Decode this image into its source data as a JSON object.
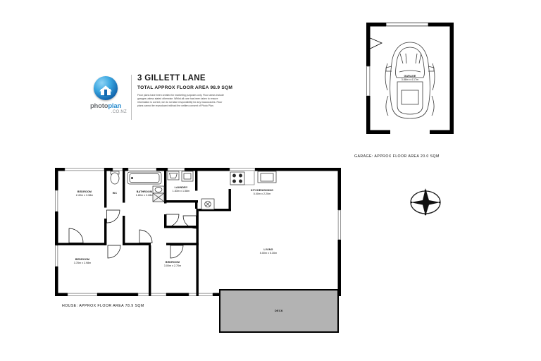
{
  "document": {
    "type": "floor-plan",
    "address": "3 GILLETT LANE",
    "total_area_line": "TOTAL APPROX FLOOR AREA 98.9 SQM",
    "disclaimer": "Floor plans have been created for marketing purposes only. Floor areas include garages unless stated otherwise. Whilst all care has been taken to ensure information is correct, we do not take responsibility for any inaccuracies. Floor plans cannot be reproduced without the written consent of Photo Plan."
  },
  "branding": {
    "logo_icon": "house-orb-logo",
    "wordmark_photo": "photo",
    "wordmark_plan": "plan",
    "wordmark_domain": ".CO.NZ"
  },
  "garage": {
    "caption": "GARAGE: APPROX FLOOR AREA 20.0 SQM",
    "room": {
      "name": "GARAGE",
      "dimensions": "3.88m x 4.17m"
    },
    "features": [
      "garage-door",
      "side-window",
      "pedestrian-door",
      "car-outline"
    ]
  },
  "house": {
    "caption": "HOUSE: APPROX FLOOR AREA 78.9 SQM",
    "rooms": [
      {
        "id": "bedroom-1",
        "name": "BEDROOM",
        "dimensions": "2.49m x 3.38m"
      },
      {
        "id": "wc",
        "name": "WC",
        "dimensions": ""
      },
      {
        "id": "bathroom",
        "name": "BATHROOM",
        "dimensions": "1.80m x 2.28m"
      },
      {
        "id": "laundry",
        "name": "LAUNDRY",
        "dimensions": "1.83m x 1.58m"
      },
      {
        "id": "kitchen-dining",
        "name": "KITCHEN/DINING",
        "dimensions": "5.00m x 2.20m"
      },
      {
        "id": "bedroom-2",
        "name": "BEDROOM",
        "dimensions": "3.78m x 2.98m"
      },
      {
        "id": "bedroom-3",
        "name": "BEDROOM",
        "dimensions": "3.00m x 2.70m"
      },
      {
        "id": "living",
        "name": "LIVING",
        "dimensions": "5.00m x 5.30m"
      }
    ],
    "fixtures": [
      "toilet",
      "bath",
      "shower",
      "vanity",
      "laundry-tub",
      "washing-machine",
      "cooktop",
      "sink",
      "hot-water-cylinder"
    ]
  },
  "deck": {
    "name": "DECK",
    "fill_color": "#b3b3b3"
  },
  "compass": {
    "icon": "compass-rose-north"
  },
  "colors": {
    "wall": "#000000",
    "deck_fill": "#b3b3b3",
    "logo_blue": "#2f8fd0",
    "text": "#111111",
    "page_background": "#ffffff"
  }
}
